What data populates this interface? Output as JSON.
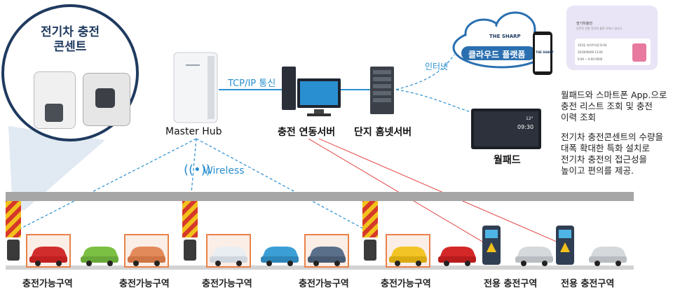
{
  "outlet_title": "전기차 충전\n콘센트",
  "master_hub": "Master Hub",
  "tcp": "TCP/IP 통신",
  "wireless": "Wireless",
  "charge_server": "충전 연동서버",
  "homenet_server": "단지 홈넷서버",
  "internet": "인터넷",
  "cloud": {
    "brand": "THE SHARP",
    "label": "클라우드 플랫폼"
  },
  "wallpad": "월패드",
  "wallpad_screen": {
    "time": "09:30",
    "temp": "12°"
  },
  "phone_brand": "THE SHARP",
  "app_card": {
    "title": "전기차충전",
    "subtitle": "입주민 전용 전기차 충전 서비스 입니다.",
    "line1": "101동 지하주차장 B-04",
    "line2": "2019/09/09  13:04",
    "line3": "0:00 ~ 0:00 0000"
  },
  "desc1": "월패드와 스마트폰 App.으로\n충전 리스트 조회 및 충전\n이력 조회",
  "desc2": "전기차 충전콘센트의 수량을\n대폭 확대한 특화 설치로\n전기차 충전의 접근성을\n높이고 편의를 제공.",
  "zones": [
    "충전가능구역",
    "충전가능구역",
    "충전가능구역",
    "충전가능구역",
    "충전가능구역",
    "전용 충전구역",
    "전용 충전구역"
  ],
  "colors": {
    "accent": "#2a8fd0",
    "frame": "#e8824a",
    "outlet_border": "#1f3a5f",
    "line_red": "#e03030"
  }
}
